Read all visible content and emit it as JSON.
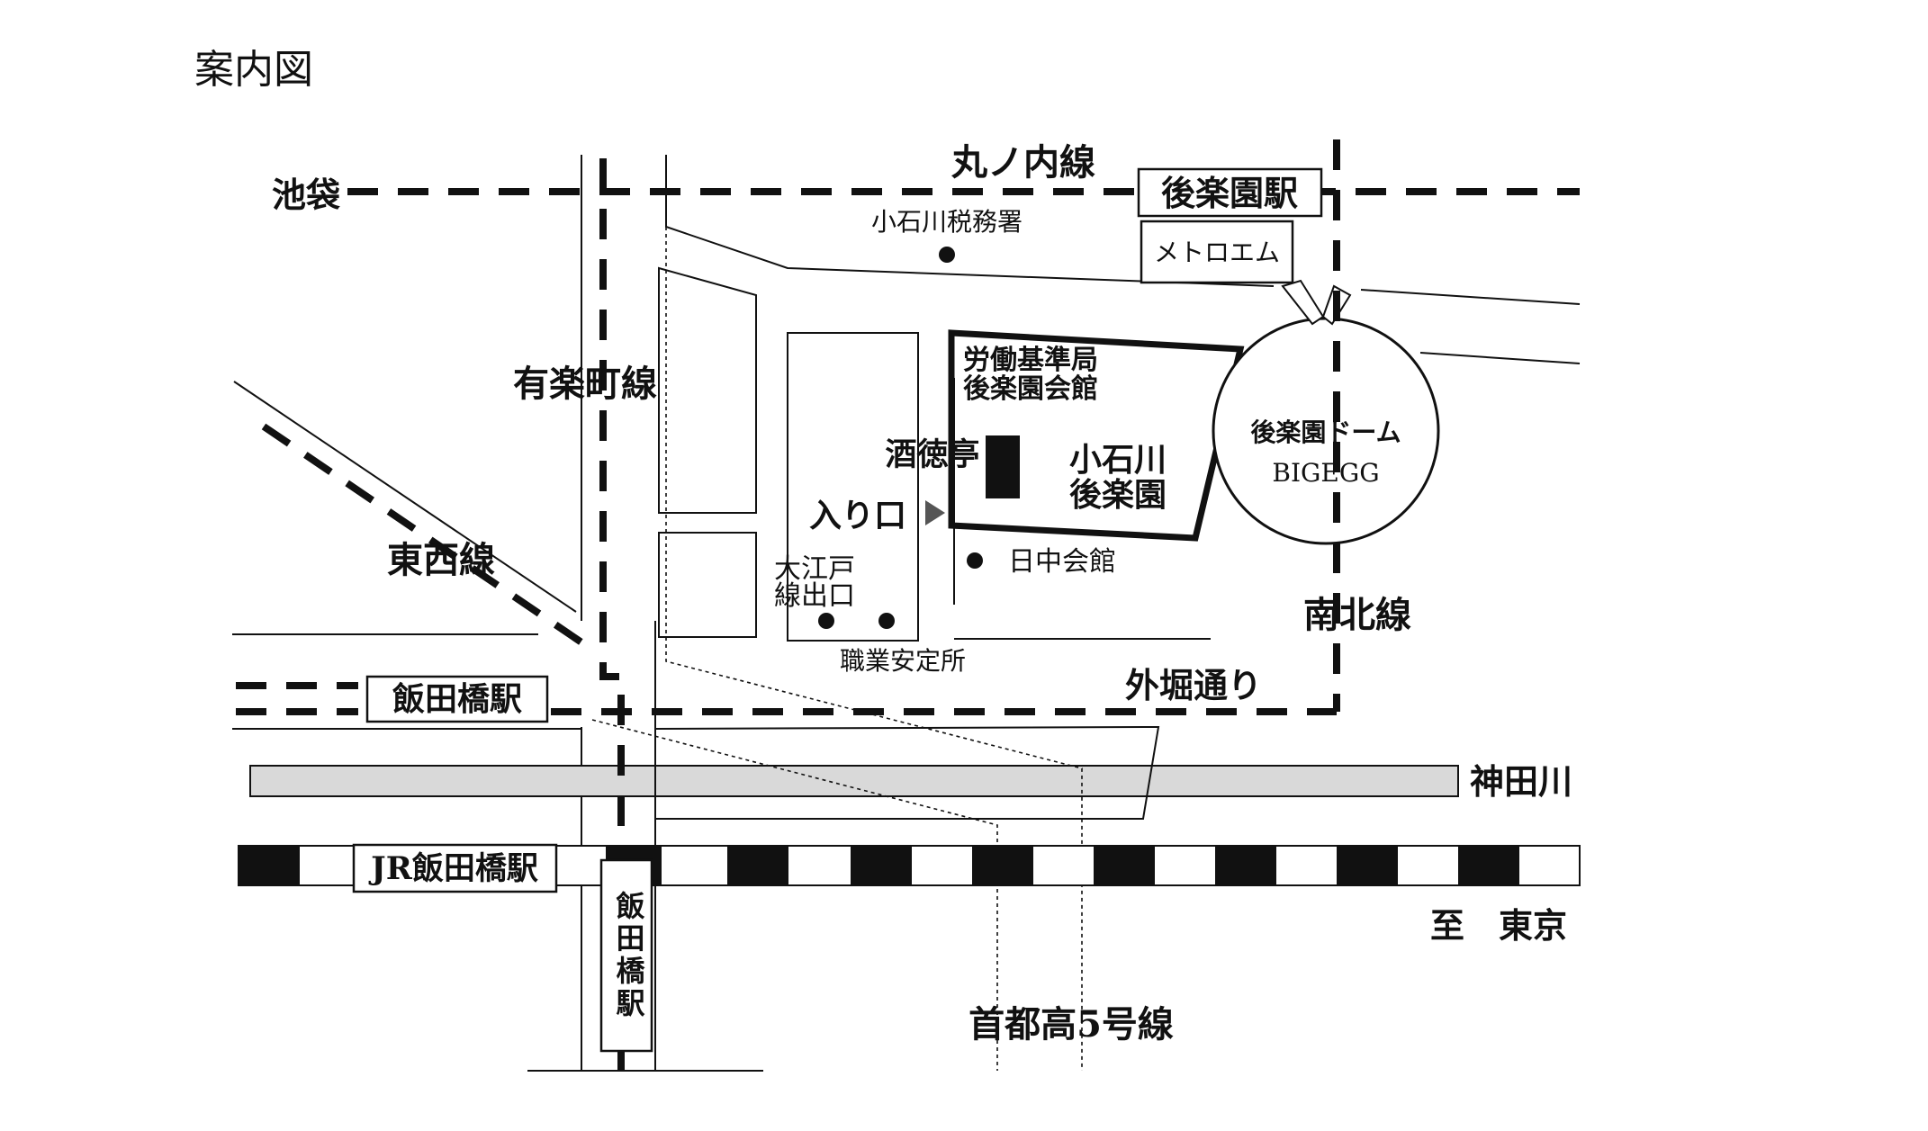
{
  "title": "案内図",
  "stations": {
    "korakuen": "後楽園駅",
    "iidabashi": "飯田橋駅",
    "jr_iidabashi": "JR飯田橋駅",
    "iidabashi_vertical": "飯田橋駅"
  },
  "lines": {
    "marunouchi": "丸ノ内線",
    "yurakucho": "有楽町線",
    "tozai": "東西線",
    "namboku": "南北線",
    "shuto5": "首都高5号線"
  },
  "destinations": {
    "ikebukuro": "池袋",
    "tokyo": "至　東京"
  },
  "roads": {
    "sotobori": "外堀通り"
  },
  "rivers": {
    "kanda": "神田川"
  },
  "landmarks": {
    "tax_office": "小石川税務署",
    "metro_m": "メトロエム",
    "labor_bureau_line1": "労働基準局",
    "labor_bureau_line2": "後楽園会館",
    "shutokutei": "酒徳亭",
    "garden_line1": "小石川",
    "garden_line2": "後楽園",
    "entrance": "入り口",
    "nicchu_kaikan": "日中会館",
    "oedo_exit_line1": "大江戸",
    "oedo_exit_line2": "線出口",
    "hello_work": "職業安定所",
    "dome_line1": "後楽園ドーム",
    "dome_line2": "BIGEGG"
  }
}
